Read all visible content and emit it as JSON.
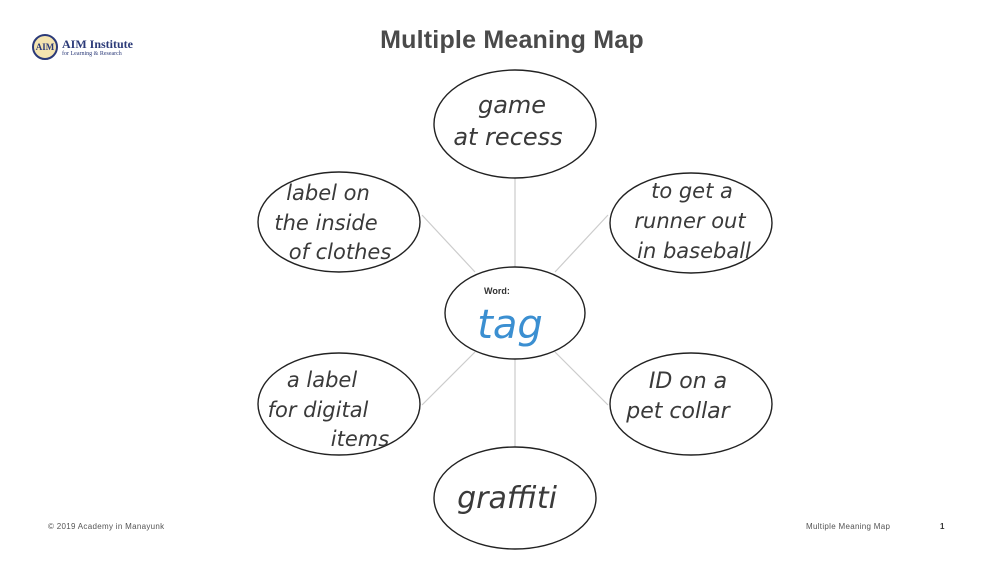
{
  "logo": {
    "seal": "AIM",
    "name": "AIM Institute",
    "sub": "for Learning & Research"
  },
  "title": "Multiple Meaning Map",
  "center": {
    "label": "Word:",
    "word": "tag"
  },
  "meanings": {
    "top": [
      "game",
      "at recess"
    ],
    "top_right": [
      "to get a",
      "runner out",
      "in baseball"
    ],
    "bottom_right": [
      "ID on a",
      "pet collar"
    ],
    "bottom": [
      "graffiti"
    ],
    "bottom_left": [
      "a label",
      "for digital",
      "items"
    ],
    "top_left": [
      "label on",
      "the inside",
      "of clothes"
    ]
  },
  "footer": {
    "copyright": "© 2019 Academy in Manayunk",
    "title": "Multiple Meaning Map",
    "page": "1"
  },
  "colors": {
    "title": "#4a4a4a",
    "word": "#3b8fd1",
    "outline": "#222222",
    "connector": "#cccccc",
    "logo": "#2b3a78"
  }
}
